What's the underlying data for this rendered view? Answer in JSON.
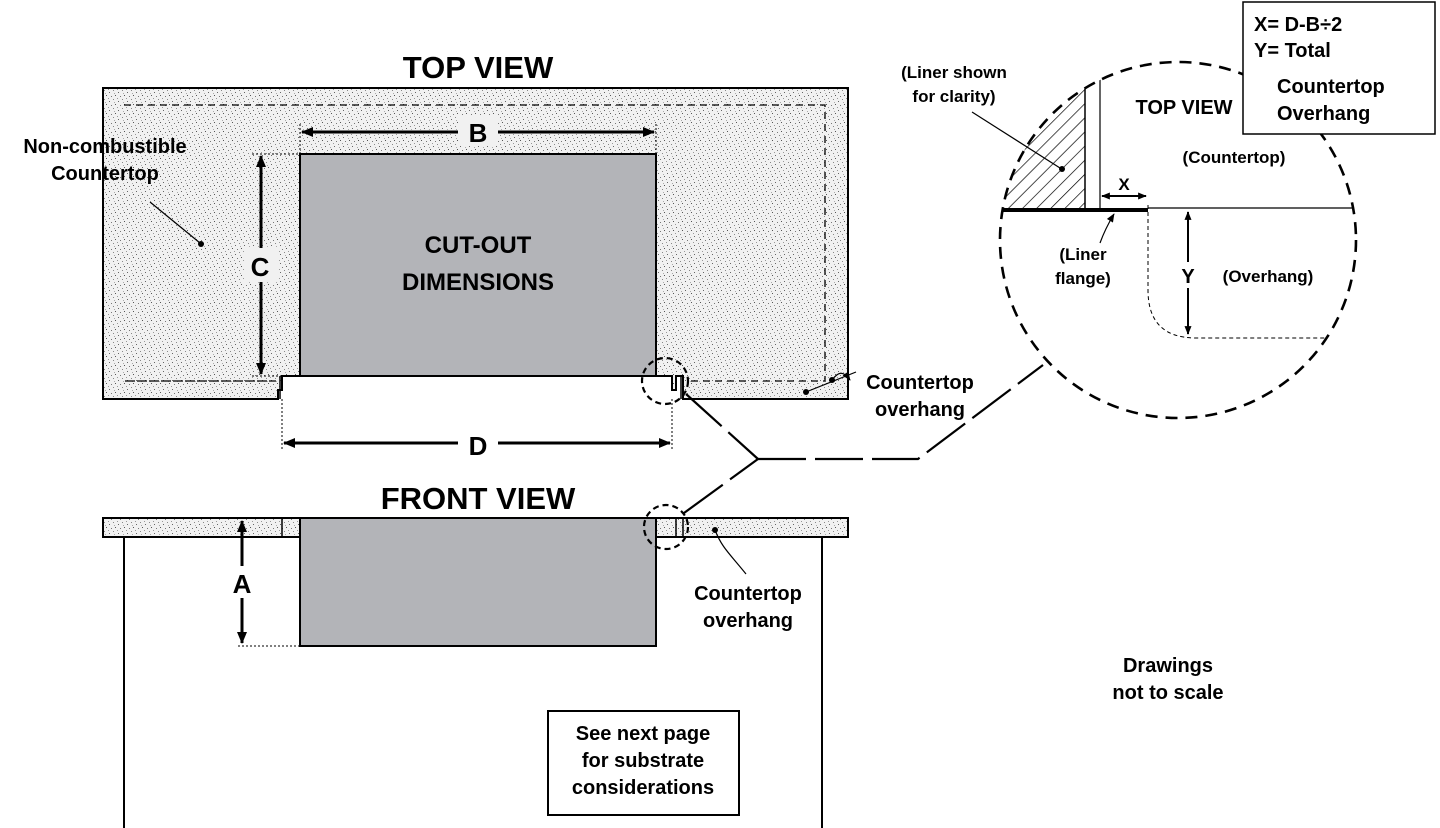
{
  "colors": {
    "cutout_fill": "#b3b4b8",
    "countertop_fill": "#ececec",
    "line": "#000000",
    "background": "#ffffff"
  },
  "labels": {
    "top_view_title": "TOP VIEW",
    "front_view_title": "FRONT VIEW",
    "cutout_line1": "CUT-OUT",
    "cutout_line2": "DIMENSIONS",
    "noncombustible_line1": "Non-combustible",
    "noncombustible_line2": "Countertop",
    "overhang_top_line1": "Countertop",
    "overhang_top_line2": "overhang",
    "overhang_front_line1": "Countertop",
    "overhang_front_line2": "overhang",
    "dim_a": "A",
    "dim_b": "B",
    "dim_c": "C",
    "dim_d": "D",
    "not_to_scale_line1": "Drawings",
    "not_to_scale_line2": "not to scale",
    "see_next_line1": "See next page",
    "see_next_line2": "for substrate",
    "see_next_line3": "considerations"
  },
  "detail": {
    "top_view": "TOP VIEW",
    "liner_note_line1": "(Liner shown",
    "liner_note_line2": "for clarity)",
    "countertop": "(Countertop)",
    "dim_x": "X",
    "dim_y": "Y",
    "overhang": "(Overhang)",
    "liner_flange_line1": "(Liner",
    "liner_flange_line2": "flange)"
  },
  "formula": {
    "line1": "X= D-B÷2",
    "line2": "Y= Total",
    "line3": "Countertop",
    "line4": "Overhang"
  }
}
